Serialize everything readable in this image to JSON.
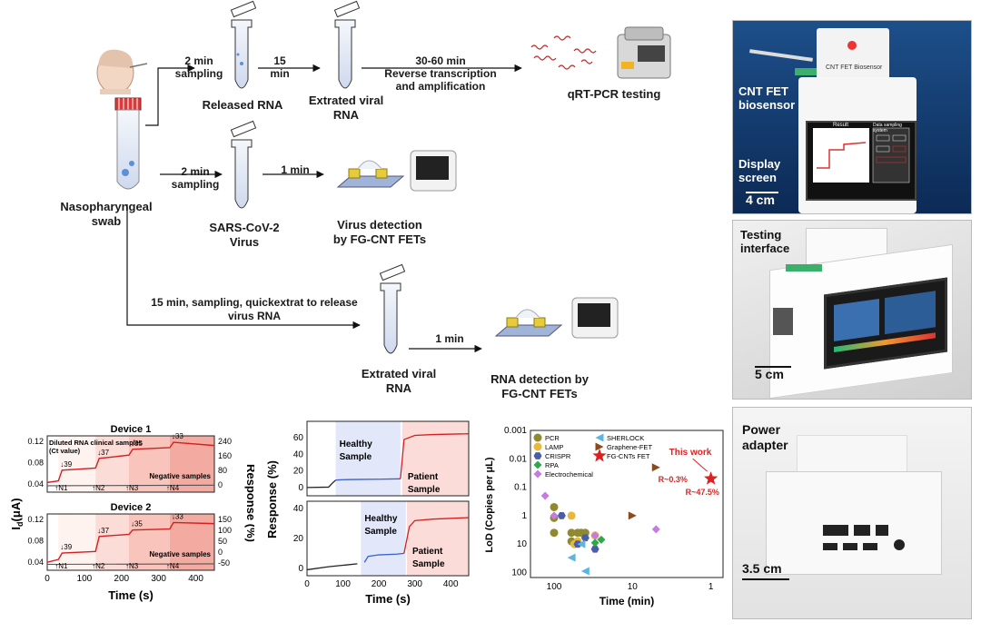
{
  "workflow": {
    "nasopharyngeal_swab": "Nasopharyngeal\nswab",
    "step1_time": "2 min",
    "step1_action": "sampling",
    "released_rna": "Released RNA",
    "step2_time_a": "15",
    "step2_time_b": "min",
    "extracted_viral_rna_1": "Extrated viral\nRNA",
    "step3_time": "30-60 min",
    "step3_action_a": "Reverse transcription",
    "step3_action_b": "and amplification",
    "qrtpcr": "qRT-PCR testing",
    "step4_time": "2 min",
    "step4_action": "sampling",
    "sars_virus": "SARS-CoV-2\nVirus",
    "step5_time": "1 min",
    "virus_detection": "Virus detection\nby FG-CNT FETs",
    "step6_text": "15 min, sampling, quickextrat to release\nvirus RNA",
    "extracted_viral_rna_2": "Extrated viral\nRNA",
    "step7_time": "1 min",
    "rna_detection": "RNA detection by\nFG-CNT FETs"
  },
  "photos": {
    "cnt_fet_biosensor": "CNT FET\nbiosensor",
    "display_screen": "Display\nscreen",
    "scale1": "4 cm",
    "testing_interface": "Testing\ninterface",
    "scale2": "5 cm",
    "power_adapter": "Power\nadapter",
    "scale3": "3.5 cm",
    "device_label": "CNT FET Biosensor",
    "screen_result": "Result",
    "screen_panel": "Data sampling system"
  },
  "chart_data": [
    {
      "type": "line",
      "title_top": "Device 1",
      "title_bottom": "Device 2",
      "xlabel": "Time (s)",
      "ylabel_left": "I",
      "ylabel_left_sub": "d",
      "ylabel_left_unit": "(μA)",
      "ylabel_right": "Response (%)",
      "x_ticks": [
        "0",
        "100",
        "200",
        "300",
        "400"
      ],
      "xlim": [
        0,
        450
      ],
      "top_left_ticks": [
        "0.04",
        "0.08",
        "0.12"
      ],
      "top_right_ticks": [
        "0",
        "80",
        "160",
        "240"
      ],
      "bottom_left_ticks": [
        "0.04",
        "0.08",
        "0.12"
      ],
      "bottom_right_ticks": [
        "-50",
        "0",
        "50",
        "100",
        "150"
      ],
      "annotation_top": "Diluted RNA clinical samples\n(Ct value)",
      "negative_label": "Negative samples",
      "ct_values": [
        "39",
        "37",
        "35",
        "33"
      ],
      "injection_labels": [
        "N1",
        "N2",
        "N3",
        "N4"
      ],
      "injection_times": [
        30,
        130,
        220,
        330
      ],
      "device1_red": {
        "x": [
          0,
          30,
          40,
          130,
          140,
          220,
          230,
          330,
          340,
          450
        ],
        "y": [
          0.043,
          0.046,
          0.066,
          0.07,
          0.088,
          0.094,
          0.105,
          0.108,
          0.118,
          0.112
        ]
      },
      "device1_gray": {
        "x": [
          0,
          450
        ],
        "y": [
          0.037,
          0.038
        ]
      },
      "device2_red": {
        "x": [
          0,
          30,
          40,
          130,
          140,
          220,
          230,
          330,
          340,
          450
        ],
        "y": [
          0.04,
          0.045,
          0.057,
          0.06,
          0.088,
          0.092,
          0.1,
          0.102,
          0.114,
          0.112
        ]
      },
      "device2_gray": {
        "x": [
          0,
          450
        ],
        "y": [
          0.036,
          0.037
        ]
      }
    },
    {
      "type": "line",
      "xlabel": "Time (s)",
      "ylabel": "Response (%)",
      "x_ticks": [
        "0",
        "100",
        "200",
        "300",
        "400"
      ],
      "xlim": [
        0,
        450
      ],
      "top_y_ticks": [
        "0",
        "20",
        "40",
        "60"
      ],
      "top_ylim": [
        -10,
        80
      ],
      "bottom_y_ticks": [
        "0",
        "20",
        "40"
      ],
      "bottom_ylim": [
        -5,
        45
      ],
      "healthy_label": "Healthy\nSample",
      "patient_label": "Patient\nSample",
      "top_series": {
        "x": [
          0,
          60,
          70,
          80,
          100,
          150,
          200,
          260,
          270,
          300,
          350,
          450
        ],
        "y": [
          0,
          0.5,
          5,
          9,
          9.5,
          9.8,
          10,
          10.5,
          58,
          63,
          64,
          65
        ]
      },
      "bottom_series": {
        "x": [
          0,
          60,
          100,
          140,
          160,
          170,
          200,
          250,
          270,
          285,
          300,
          350,
          450
        ],
        "y": [
          -1,
          1,
          2,
          3,
          4,
          8,
          9,
          9.5,
          10,
          28,
          32,
          33,
          34
        ]
      }
    },
    {
      "type": "scatter",
      "xlabel": "Time (min)",
      "ylabel": "LoD (Copies per μL)",
      "x_scale": "log-reversed",
      "y_scale": "log-reversed",
      "x_ticks": [
        "100",
        "10",
        "1"
      ],
      "y_ticks": [
        "0.001",
        "0.01",
        "0.1",
        "1",
        "10",
        "100"
      ],
      "this_work": "This work",
      "r1": "R~0.3%",
      "r2": "R~47.5%",
      "series": [
        {
          "name": "PCR",
          "color": "#8f8a2f",
          "shape": "circle",
          "points": [
            [
              100,
              0.5
            ],
            [
              100,
              1.2
            ],
            [
              100,
              4
            ],
            [
              60,
              4
            ],
            [
              50,
              4
            ],
            [
              45,
              4
            ],
            [
              60,
              8
            ],
            [
              40,
              4
            ]
          ]
        },
        {
          "name": "LAMP",
          "color": "#e6b93c",
          "shape": "circle",
          "points": [
            [
              60,
              1
            ],
            [
              55,
              10
            ],
            [
              30,
              5
            ],
            [
              50,
              8
            ]
          ]
        },
        {
          "name": "CRISPR",
          "color": "#4a5da8",
          "shape": "hexagon",
          "points": [
            [
              80,
              1
            ],
            [
              50,
              10
            ],
            [
              30,
              15
            ],
            [
              40,
              6
            ]
          ]
        },
        {
          "name": "RPA",
          "color": "#2ea84a",
          "shape": "diamond",
          "points": [
            [
              25,
              7
            ],
            [
              30,
              9
            ]
          ]
        },
        {
          "name": "Electrochemical",
          "color": "#c57be0",
          "shape": "diamond",
          "points": [
            [
              130,
              0.2
            ],
            [
              100,
              1
            ],
            [
              30,
              5
            ],
            [
              5,
              3
            ]
          ]
        },
        {
          "name": "SHERLOCK",
          "color": "#5ab6e0",
          "shape": "triangle-left",
          "points": [
            [
              60,
              30
            ],
            [
              40,
              90
            ],
            [
              45,
              10
            ]
          ]
        },
        {
          "name": "Graphene-FET",
          "color": "#8b4a1c",
          "shape": "triangle-right",
          "points": [
            [
              10,
              1
            ],
            [
              5,
              0.02
            ]
          ]
        },
        {
          "name": "FG-CNTs FET",
          "color": "#e02020",
          "shape": "star",
          "points": [
            [
              1,
              0.05
            ]
          ]
        }
      ]
    }
  ]
}
